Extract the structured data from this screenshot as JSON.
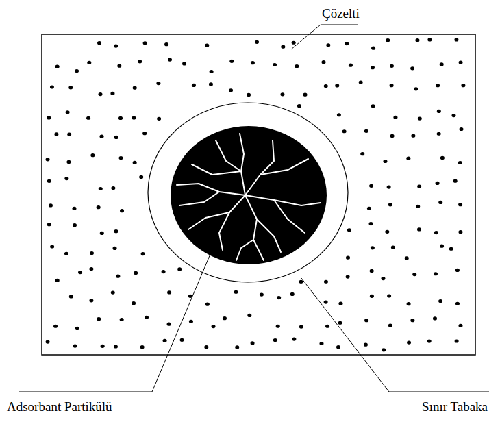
{
  "diagram": {
    "labels": [
      "Çözelti",
      "Adsorbant Partikülü",
      "Sınır Tabaka"
    ]
  }
}
